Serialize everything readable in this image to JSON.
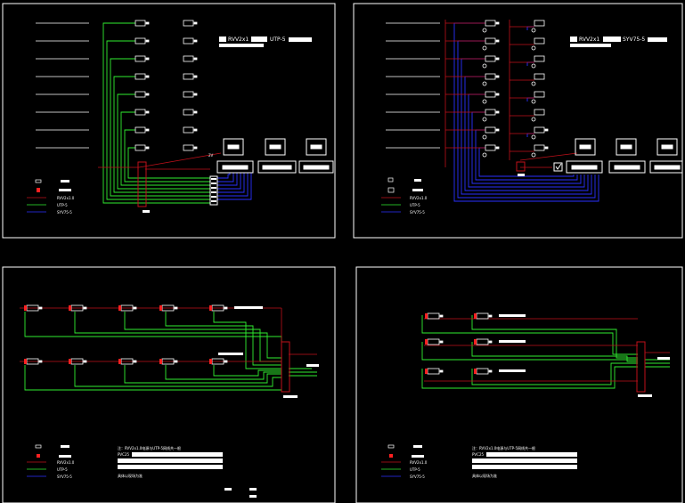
{
  "colors": {
    "background": "#000000",
    "frame": "#ffffff",
    "power_cable": "#c0101a",
    "network_cable": "#30ee30",
    "video_cable": "#2a30ff",
    "device": "#ffffff",
    "camera_mark": "#ff2020"
  },
  "panels": {
    "top_left": {
      "note_a": "RVV2x1",
      "note_b": "UTP-5",
      "tag": "2V",
      "legend": {
        "power": "RVV2x1.0",
        "network": "UTP-5",
        "video": "SYV75-5"
      }
    },
    "top_right": {
      "note_a": "RVV2x1",
      "note_b": "SYV75-5",
      "legend": {
        "power": "RVV2x1.0",
        "network": "UTP-5",
        "video": "SYV75-5"
      }
    },
    "bottom_left": {
      "note_line1": "注：RVV2x1.0电源与UTP-5网线共一根",
      "note_line2": "PVC25",
      "note_line3": "具体以现场为准",
      "legend": {
        "power": "RVV2x1.0",
        "network": "UTP-5",
        "video": "SYV75-5"
      }
    },
    "bottom_right": {
      "note_line1": "注：RVV2x1.0电源与UTP-5网线共一根",
      "note_line2": "PVC25",
      "note_line3": "具体以现场为准",
      "legend": {
        "power": "RVV2x1.0",
        "network": "UTP-5",
        "video": "SYV75-5"
      }
    }
  }
}
